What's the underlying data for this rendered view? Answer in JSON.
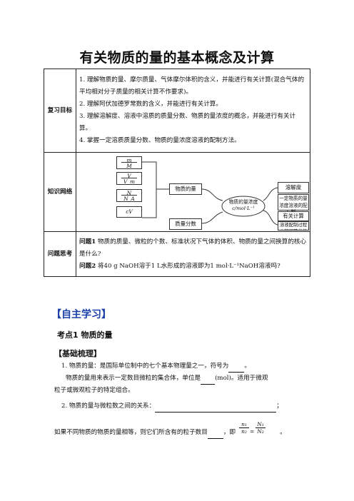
{
  "title": "有关物质的量的基本概念及计算",
  "table": {
    "goals_label": "复习目标",
    "goals": [
      "1. 理解物质的量、摩尔质量、气体摩尔体积的含义，并能进行有关计算(混合气体的平均相对分子质量的相关计算不作要求)。",
      "2. 理解阿伏加德罗常数的含义，并能进行有关计算。",
      "3. 理解溶解度、溶液中溶质的质量分数、物质的量浓度的概念，并能进行有关计算。",
      "4. 掌握一定溶质质量分数、物质的量浓度溶液的配制方法。"
    ],
    "network_label": "知识网络",
    "network": {
      "formulas": [
        {
          "num": "m",
          "den": "M"
        },
        {
          "num": "V",
          "den": "V_m"
        },
        {
          "num": "N",
          "den": "N_A"
        },
        {
          "single": "cV"
        }
      ],
      "amount": "物质的量",
      "center_line1": "物质的量浓度",
      "center_line2": "c/mol·L⁻¹",
      "mass_fraction": "质量分数",
      "solubility": "溶解度",
      "prep": "一定物质的量浓度溶液的配制",
      "calc": "有关计算",
      "error": "溶液配制过程中的误差分析"
    },
    "questions_label": "问题思考",
    "q1_tag": "问题1",
    "q1": "物质的质量、微粒的个数、标准状况下气体的体积、物质的量之间换算的核心是什么?",
    "q2_tag": "问题2",
    "q2": "将40 g NaOH溶于1 L水形成的溶液即为1 mol·L⁻¹NaOH溶液吗?"
  },
  "section_heading": "【自主学习】",
  "point_heading": "考点1  物质的量",
  "basic_heading": "【基础梳理】",
  "p1_a": "1. 物质的量：是国际单位制中的七个基本物理量之一，符号为",
  "p1_b": "。",
  "p2_a": "物质的量用来表示一定数目微粒的集合体，单位是",
  "p2_b": "(mol)。适用于微观",
  "p3": "粒子或微观粒子的特定组合。",
  "p4_a": "2. 物质的量与微粒数之间的关系：",
  "p4_b": "；",
  "p5_a": "如果不同物质的物质的量相等，则它们所含有的粒子数目",
  "p5_b": "，即",
  "p5_c": "。",
  "ratio": {
    "n1": "n₁",
    "n2": "n₂",
    "N1": "N₁",
    "N2": "N₂"
  }
}
